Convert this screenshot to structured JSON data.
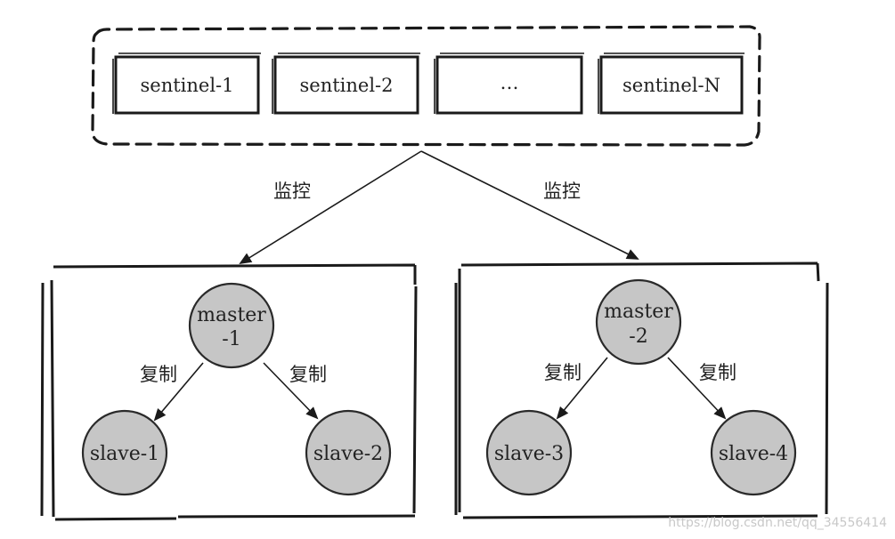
{
  "sentinels": [
    "sentinel-1",
    "sentinel-2",
    "…",
    "sentinel-N"
  ],
  "monitor_label": "监控",
  "replicate_label": "复制",
  "groups": [
    {
      "master": [
        "master",
        "-1"
      ],
      "slaves": [
        "slave-1",
        "slave-2"
      ]
    },
    {
      "master": [
        "master",
        "-2"
      ],
      "slaves": [
        "slave-3",
        "slave-4"
      ]
    }
  ],
  "colors": {
    "stroke": "#1a1a1a",
    "node_fill": "#c6c6c6",
    "node_stroke": "#2a2a2a",
    "background": "#ffffff"
  },
  "watermark": "https://blog.csdn.net/qq_34556414"
}
